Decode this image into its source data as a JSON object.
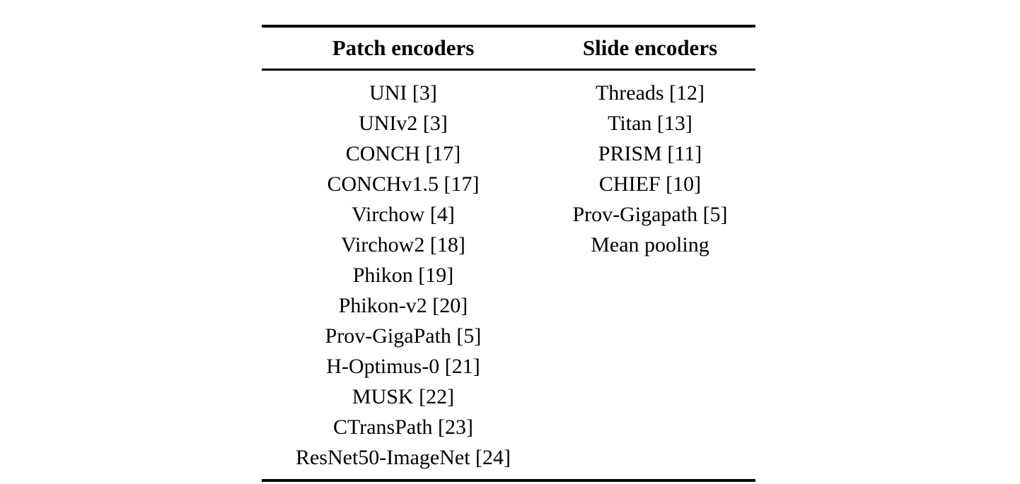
{
  "table": {
    "columns": [
      {
        "key": "patch",
        "header": "Patch encoders"
      },
      {
        "key": "slide",
        "header": "Slide encoders"
      }
    ],
    "patch_encoders": [
      "UNI [3]",
      "UNIv2 [3]",
      "CONCH [17]",
      "CONCHv1.5 [17]",
      "Virchow [4]",
      "Virchow2 [18]",
      "Phikon [19]",
      "Phikon-v2 [20]",
      "Prov-GigaPath [5]",
      "H-Optimus-0 [21]",
      "MUSK [22]",
      "CTransPath [23]",
      "ResNet50-ImageNet [24]"
    ],
    "slide_encoders": [
      "Threads [12]",
      "Titan [13]",
      "PRISM [11]",
      "CHIEF [10]",
      "Prov-Gigapath [5]",
      "Mean pooling"
    ],
    "rule_color": "#000000",
    "text_color": "#000000",
    "background_color": "#ffffff"
  }
}
